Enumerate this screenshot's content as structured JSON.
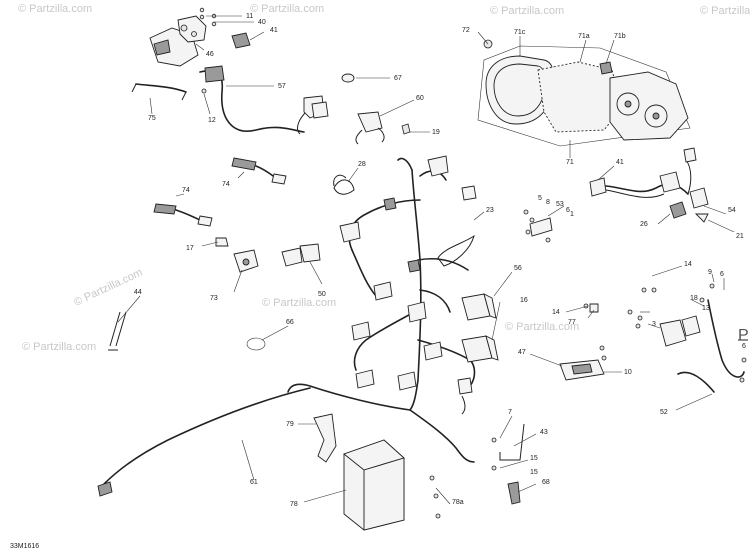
{
  "diagram": {
    "reference_code": "33M1616",
    "watermark_text": "© Partzilla.com",
    "part_labels": [
      "11",
      "40",
      "41",
      "46",
      "72",
      "71c",
      "71a",
      "71b",
      "67",
      "57",
      "75",
      "12",
      "60",
      "19",
      "71",
      "41",
      "28",
      "74",
      "74",
      "5",
      "8",
      "53",
      "6",
      "1",
      "54",
      "23",
      "26",
      "21",
      "17",
      "73",
      "50",
      "56",
      "14",
      "9",
      "6",
      "16",
      "18",
      "15",
      "44",
      "66",
      "77",
      "14",
      "3",
      "13",
      "6",
      "47",
      "10",
      "P",
      "52",
      "79",
      "7",
      "43",
      "61",
      "15",
      "78",
      "68",
      "78a"
    ]
  }
}
